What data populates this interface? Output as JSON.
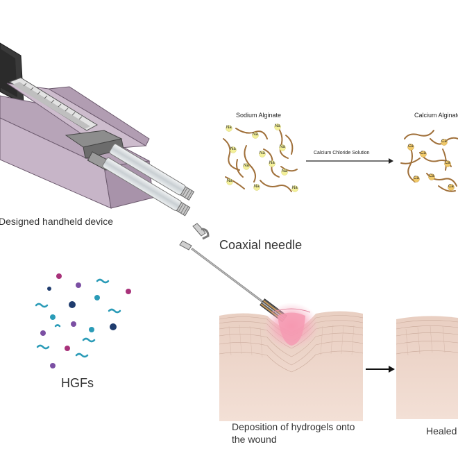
{
  "labels": {
    "device": "Designed handheld device",
    "needle": "Coaxial needle",
    "hgfs": "HGFs",
    "deposition": "Deposition of hydrogels onto the wound",
    "healed": "Healed"
  },
  "alginate": {
    "sodium_title": "Sodium Alginate",
    "calcium_title": "Calcium Alginate",
    "reaction": "Calcium Chloride Solution",
    "na_ion": "Na",
    "ca_ion": "Ca"
  },
  "colors": {
    "device_body": "#c9b8c9",
    "device_dark": "#2b2b2b",
    "syringe": "#d9dde0",
    "chain": "#a0703a",
    "na_dot": "#f3f09a",
    "ca_dot": "#f0c96a",
    "skin_top": "#ead2c5",
    "skin_bottom": "#f2ddd2",
    "wound": "#f08aa8",
    "hgf_teal": "#2a9bb7",
    "hgf_purple": "#7b4fa3",
    "hgf_navy": "#1f3c6e",
    "hgf_magenta": "#a8327a"
  }
}
